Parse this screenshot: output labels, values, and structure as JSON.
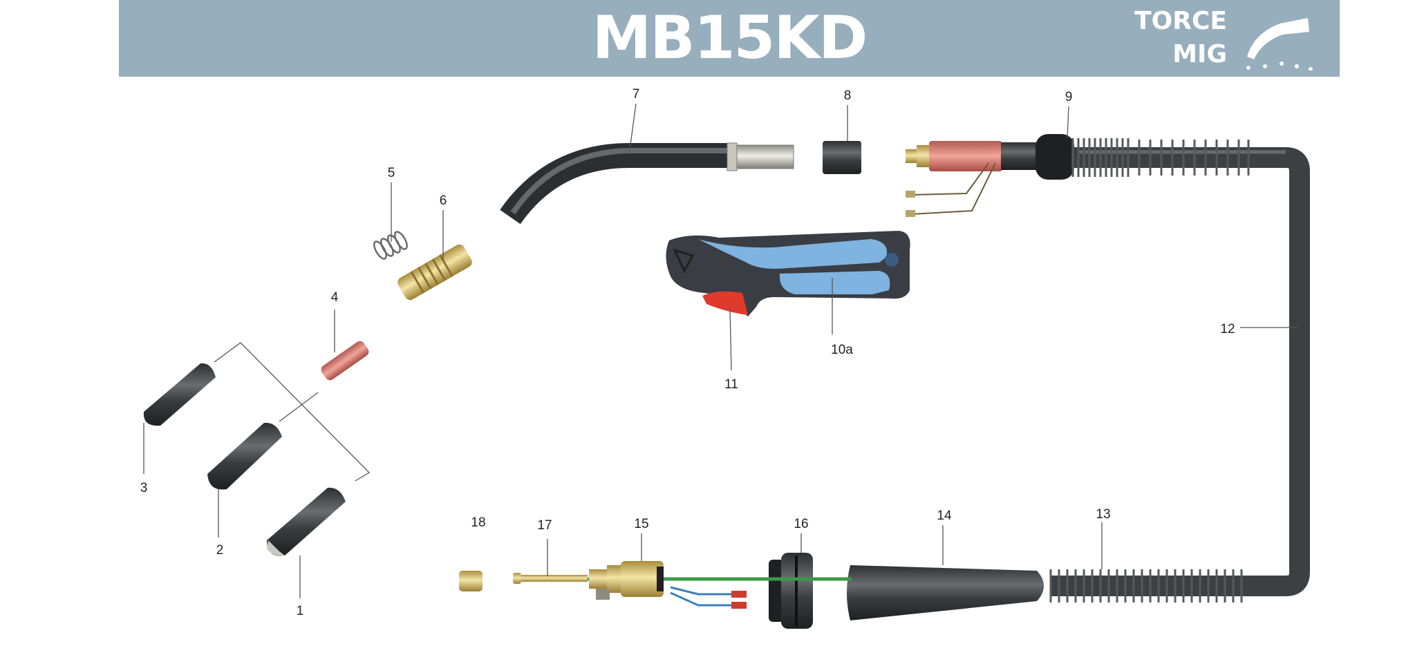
{
  "header": {
    "title": "MB15KD",
    "brand_line1": "TORCE",
    "brand_line2": "MIG",
    "background_color": "#97aebc",
    "icon": "welding-torch-logo-icon"
  },
  "parts": [
    {
      "label": "1"
    },
    {
      "label": "2"
    },
    {
      "label": "3"
    },
    {
      "label": "4"
    },
    {
      "label": "5"
    },
    {
      "label": "6"
    },
    {
      "label": "7"
    },
    {
      "label": "8"
    },
    {
      "label": "9"
    },
    {
      "label": "10a"
    },
    {
      "label": "11"
    },
    {
      "label": "12"
    },
    {
      "label": "13"
    },
    {
      "label": "14"
    },
    {
      "label": "15"
    },
    {
      "label": "16"
    },
    {
      "label": "17"
    },
    {
      "label": "18"
    }
  ],
  "colors": {
    "handle_blue": "#7fb3e0",
    "handle_dark": "#3a3d44",
    "trigger_red": "#e03a2c",
    "cable_dark": "#3d4043",
    "brass": "#d8c27a",
    "copper_tip": "#d97d73",
    "green_wire": "#3a9a4a"
  }
}
